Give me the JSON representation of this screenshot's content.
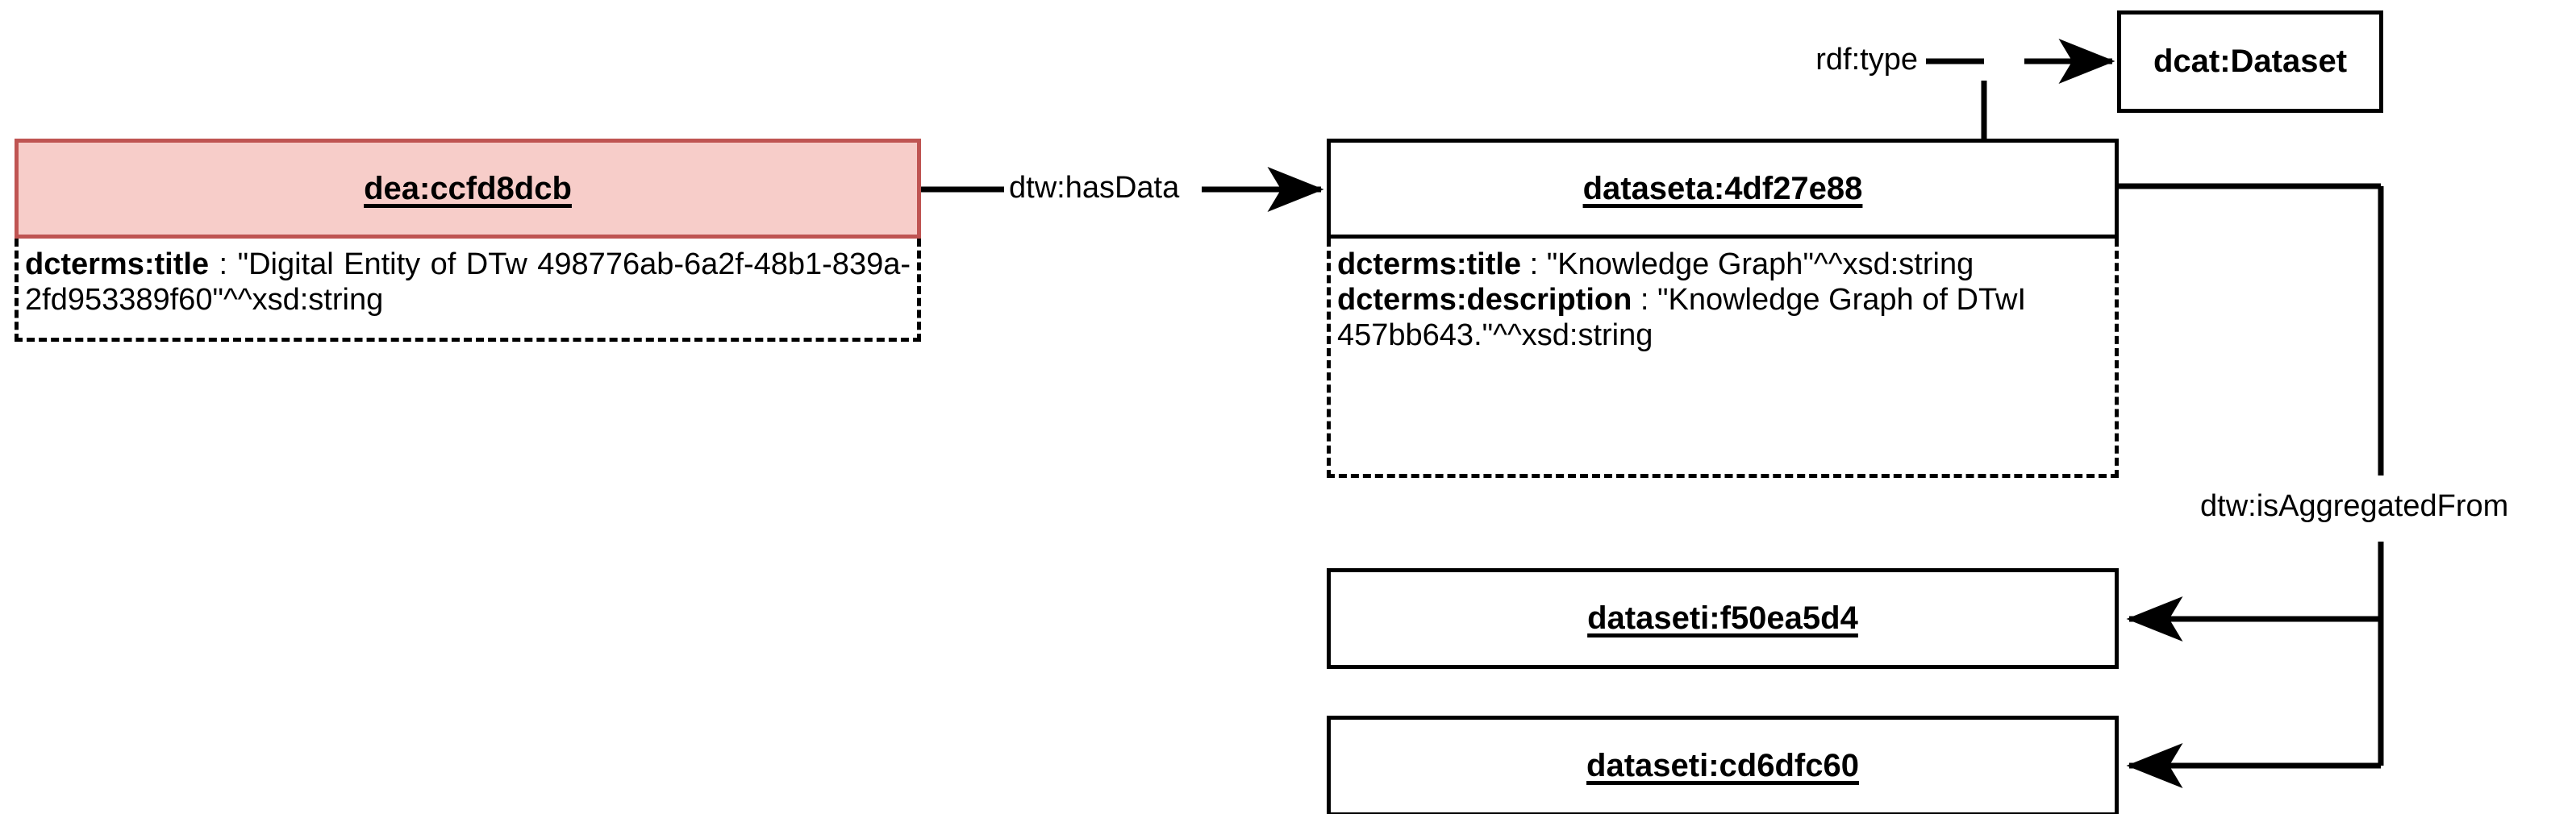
{
  "diagram": {
    "type": "rdf-graph",
    "title_prefix_note": "",
    "colors": {
      "highlight_fill": "#f7cdc9",
      "highlight_border": "#bf5452",
      "node_border": "#000000",
      "background": "#ffffff"
    }
  },
  "nodes": {
    "digital_entity": {
      "label": "dea:ccfd8dcb",
      "highlighted": true,
      "attributes": [
        {
          "key": "dcterms:title",
          "separator": " : ",
          "value": "\"Digital Entity of DTw 498776ab-6a2f-48b1-839a-2fd953389f60\"^^xsd:string"
        }
      ]
    },
    "dataset_aggregate": {
      "label": "dataseta:4df27e88",
      "highlighted": false,
      "attributes": [
        {
          "key": "dcterms:title",
          "separator": " : ",
          "value": "\"Knowledge Graph\"^^xsd:string"
        },
        {
          "key": "dcterms:description",
          "separator": " : ",
          "value": "\"Knowledge Graph of DTwI 457bb643.\"^^xsd:string"
        }
      ]
    },
    "dcat_class": {
      "label": "dcat:Dataset",
      "highlighted": false,
      "attributes": []
    },
    "dataset_item_1": {
      "label": "dataseti:f50ea5d4",
      "highlighted": false,
      "attributes": []
    },
    "dataset_item_2": {
      "label": "dataseti:cd6dfc60",
      "highlighted": false,
      "attributes": []
    }
  },
  "edges": {
    "has_data": {
      "label": "dtw:hasData",
      "from": "dea:ccfd8dcb",
      "to": "dataseta:4df27e88"
    },
    "rdf_type": {
      "label": "rdf:type",
      "from": "dataseta:4df27e88",
      "to": "dcat:Dataset"
    },
    "is_aggregated_from": {
      "label": "dtw:isAggregatedFrom",
      "from": "dataseta:4df27e88",
      "to": "dataseti:f50ea5d4, dataseti:cd6dfc60"
    }
  }
}
